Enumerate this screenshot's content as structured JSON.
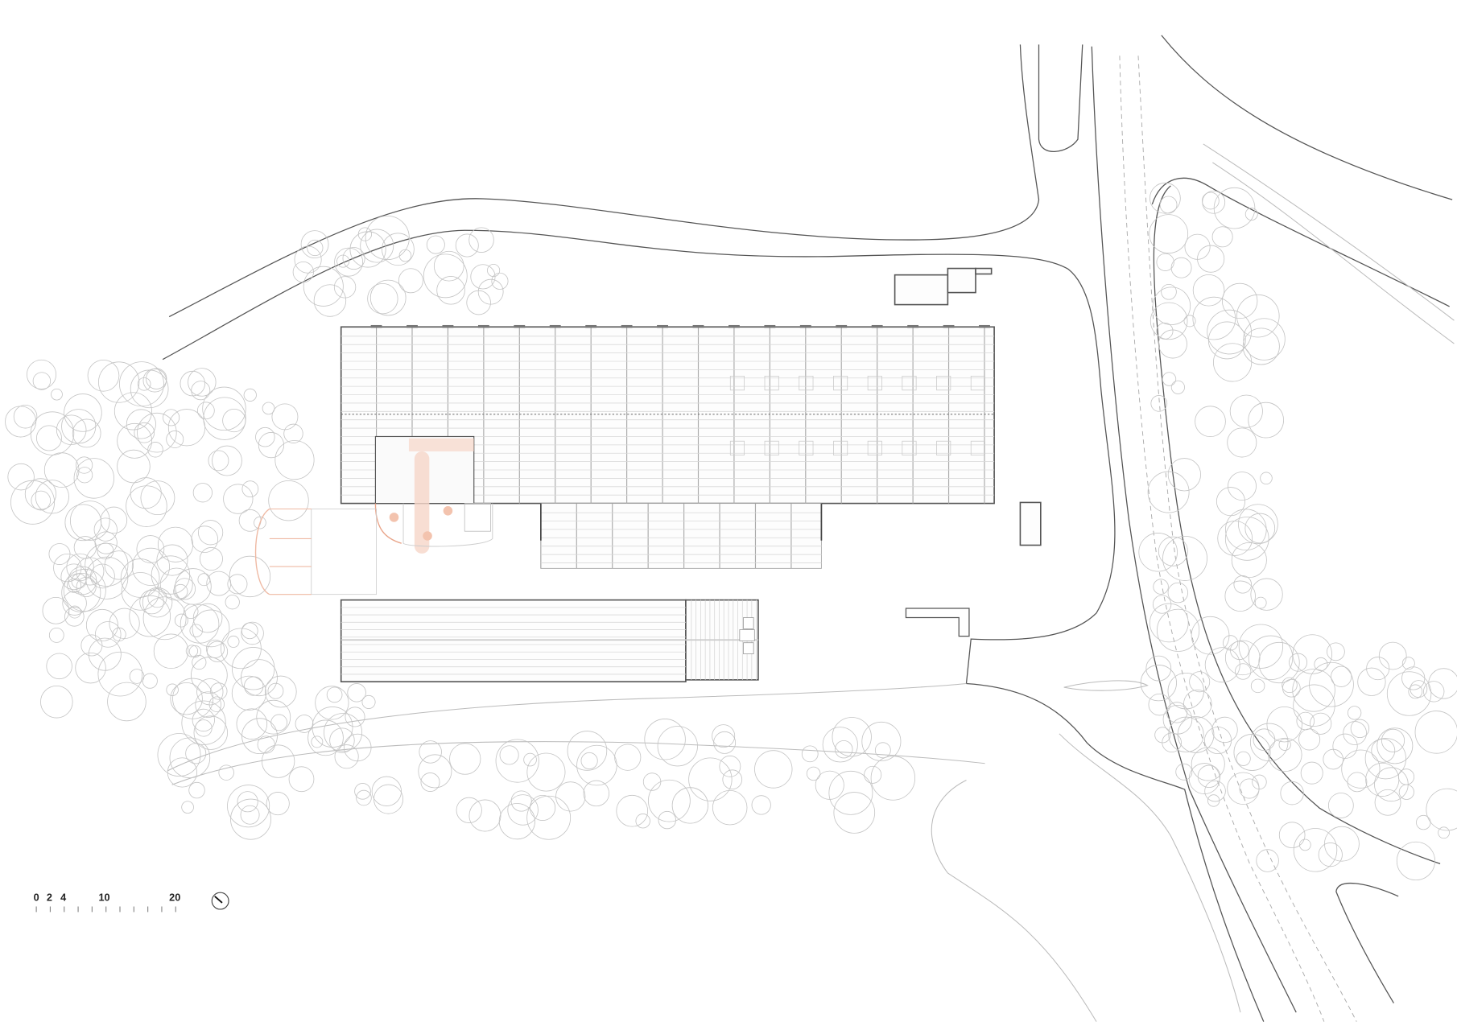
{
  "scale_bar": {
    "unit_labels": [
      "0",
      "2",
      "4",
      "10",
      "20"
    ],
    "tick_values": [
      0,
      2,
      4,
      6,
      8,
      10,
      12,
      14,
      16,
      18,
      20
    ]
  },
  "north_arrow": {
    "icon": "north-arrow-icon"
  },
  "colors": {
    "linework": "#555555",
    "light_linework": "#bbbbbb",
    "accent": "#f0b9a2",
    "vegetation": "#c4c4c4"
  }
}
